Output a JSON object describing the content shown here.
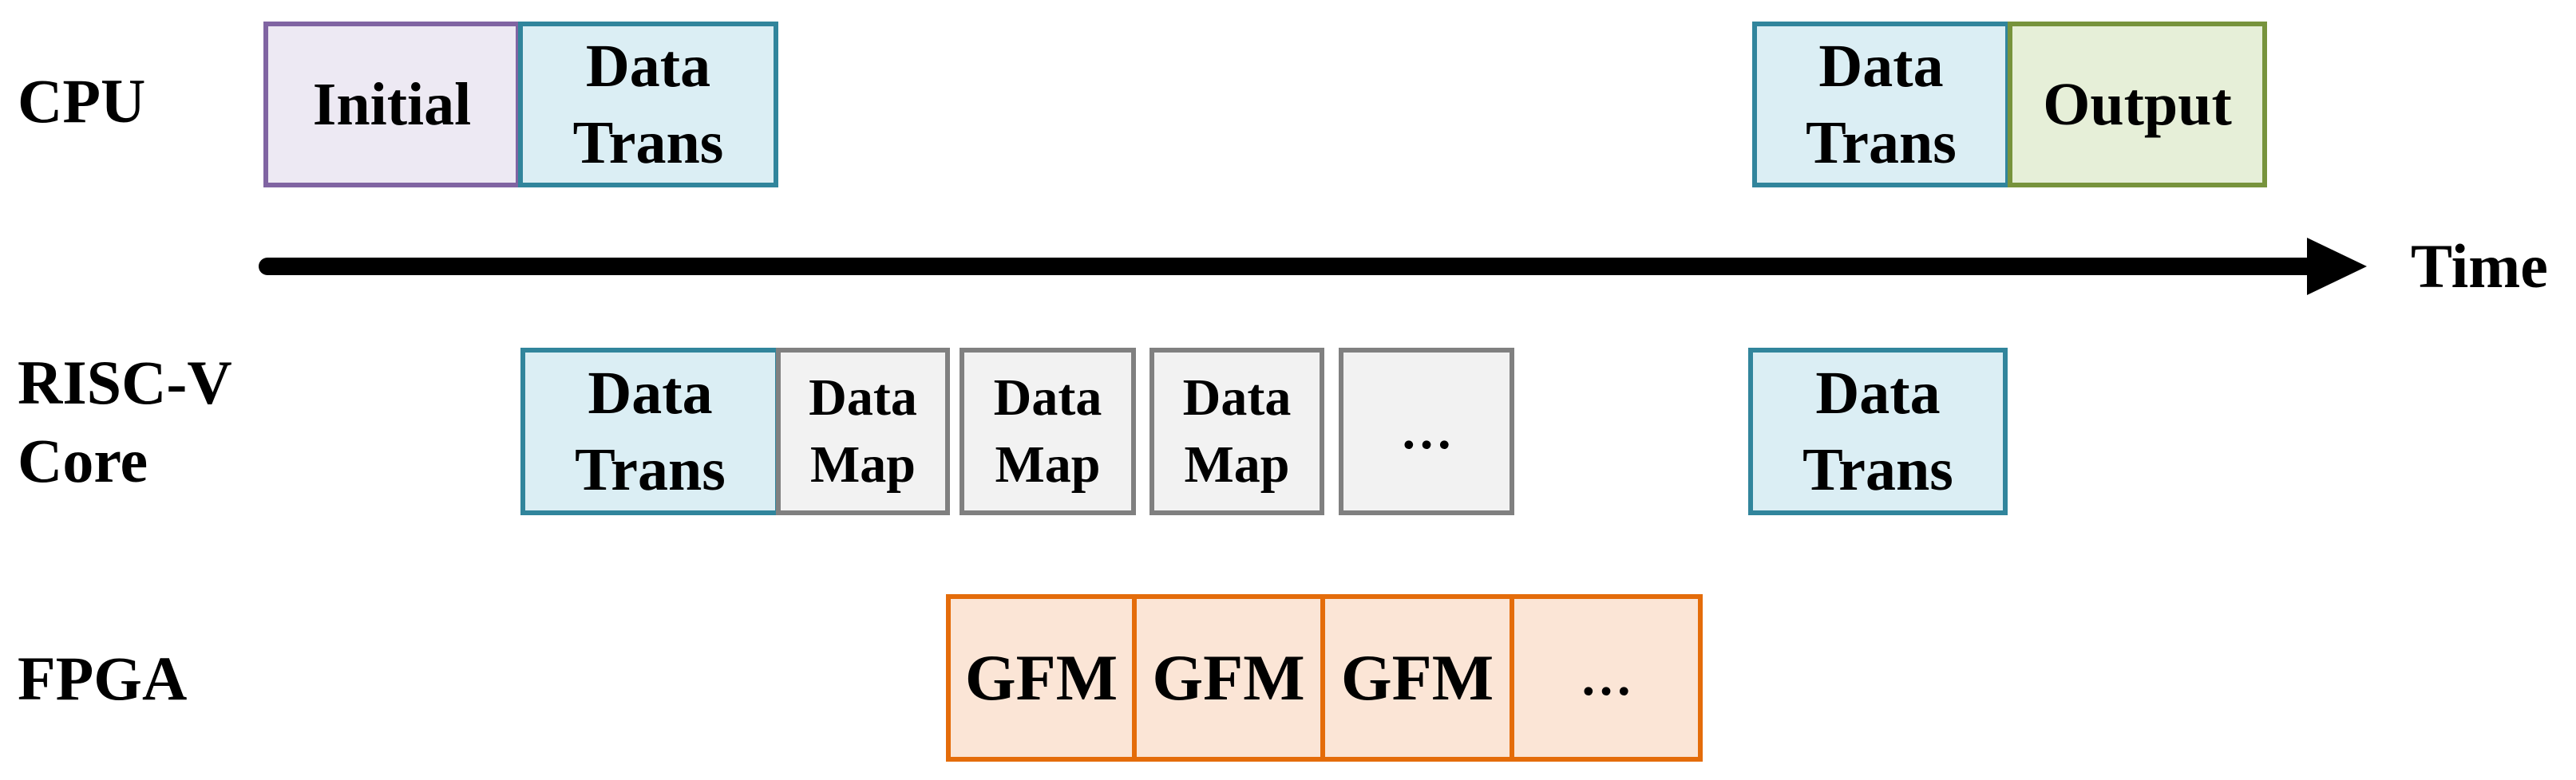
{
  "rows": {
    "cpu": "CPU",
    "riscv": "RISC-V\nCore",
    "fpga": "FPGA"
  },
  "time_label": "Time",
  "cpu_blocks": {
    "initial": "Initial",
    "data_trans_1": "Data\nTrans",
    "data_trans_2": "Data\nTrans",
    "output": "Output"
  },
  "riscv_blocks": {
    "data_trans_1": "Data\nTrans",
    "data_map_1": "Data\nMap",
    "data_map_2": "Data\nMap",
    "data_map_3": "Data\nMap",
    "ellipsis": "…",
    "data_trans_2": "Data\nTrans"
  },
  "fpga_blocks": {
    "gfm_1": "GFM",
    "gfm_2": "GFM",
    "gfm_3": "GFM",
    "ellipsis": "…"
  },
  "colors": {
    "data_trans_fill": "#dbeef4",
    "data_trans_border": "#31859c",
    "initial_fill": "#ede9f3",
    "initial_border": "#8064a2",
    "output_fill": "#e6efd8",
    "output_border": "#77933c",
    "data_map_fill": "#f2f2f2",
    "data_map_border": "#808080",
    "gfm_fill": "#fbe5d6",
    "gfm_border": "#e46c0a",
    "arrow": "#000000"
  }
}
